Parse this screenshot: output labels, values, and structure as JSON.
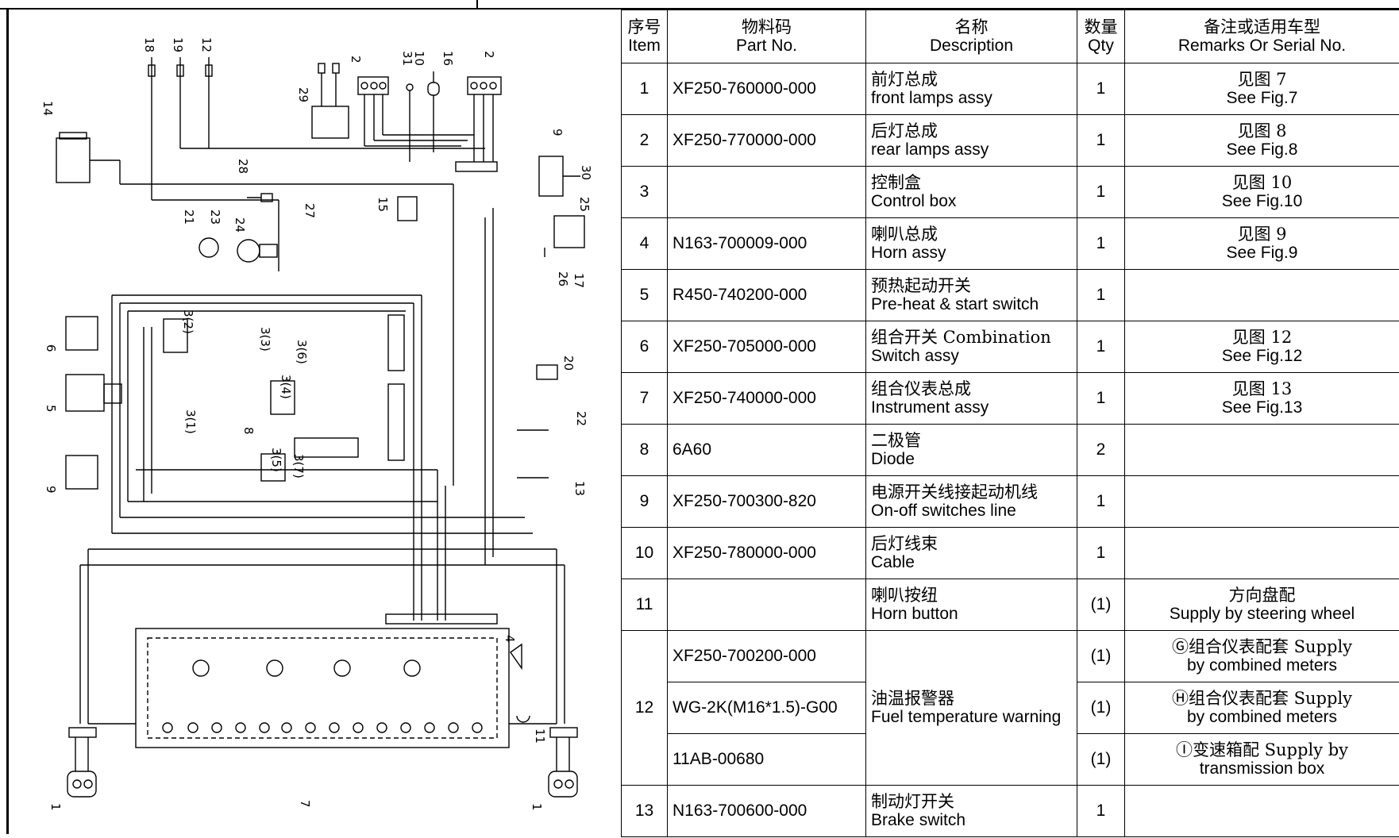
{
  "table": {
    "headers": [
      {
        "zh": "序号",
        "en": "Item"
      },
      {
        "zh": "物料码",
        "en": "Part No."
      },
      {
        "zh": "名称",
        "en": "Description"
      },
      {
        "zh": "数量",
        "en": "Qty"
      },
      {
        "zh": "备注或适用车型",
        "en": "Remarks Or Serial No."
      }
    ],
    "rows": [
      {
        "item": "1",
        "part": "XF250-760000-000",
        "desc_zh": "前灯总成",
        "desc_en": "front lamps assy",
        "qty": "1",
        "rem1": "见图 7",
        "rem2": "See Fig.7"
      },
      {
        "item": "2",
        "part": "XF250-770000-000",
        "desc_zh": "后灯总成",
        "desc_en": "rear lamps assy",
        "qty": "1",
        "rem1": "见图 8",
        "rem2": "See Fig.8"
      },
      {
        "item": "3",
        "part": "",
        "desc_zh": "控制盒",
        "desc_en": "Control box",
        "qty": "1",
        "rem1": "见图 10",
        "rem2": "See Fig.10"
      },
      {
        "item": "4",
        "part": "N163-700009-000",
        "desc_zh": "喇叭总成",
        "desc_en": "Horn assy",
        "qty": "1",
        "rem1": "见图 9",
        "rem2": "See Fig.9"
      },
      {
        "item": "5",
        "part": "R450-740200-000",
        "desc_zh": "预热起动开关",
        "desc_en": "Pre-heat & start switch",
        "qty": "1",
        "rem1": "",
        "rem2": ""
      },
      {
        "item": "6",
        "part": "XF250-705000-000",
        "desc_zh": "组合开关 Combination",
        "desc_en": "Switch assy",
        "qty": "1",
        "rem1": "见图 12",
        "rem2": "See Fig.12"
      },
      {
        "item": "7",
        "part": "XF250-740000-000",
        "desc_zh": "组合仪表总成",
        "desc_en": "Instrument assy",
        "qty": "1",
        "rem1": "见图 13",
        "rem2": "See Fig.13"
      },
      {
        "item": "8",
        "part": "6A60",
        "desc_zh": "二极管",
        "desc_en": "Diode",
        "qty": "2",
        "rem1": "",
        "rem2": ""
      },
      {
        "item": "9",
        "part": "XF250-700300-820",
        "desc_zh": "电源开关线接起动机线",
        "desc_en": "On-off switches line",
        "qty": "1",
        "rem1": "",
        "rem2": ""
      },
      {
        "item": "10",
        "part": "XF250-780000-000",
        "desc_zh": "后灯线束",
        "desc_en": "Cable",
        "qty": "1",
        "rem1": "",
        "rem2": ""
      },
      {
        "item": "11",
        "part": "",
        "desc_zh": "喇叭按纽",
        "desc_en": "Horn button",
        "qty": "(1)",
        "rem1": "方向盘配",
        "rem2": "Supply by steering wheel"
      }
    ],
    "row12": {
      "item": "12",
      "desc_zh": "油温报警器",
      "desc_en": "Fuel temperature warning",
      "sub": [
        {
          "part": "XF250-700200-000",
          "qty": "(1)",
          "rem1": "Ⓖ组合仪表配套 Supply",
          "rem2": "by combined meters"
        },
        {
          "part": "WG-2K(M16*1.5)-G00",
          "qty": "(1)",
          "rem1": "Ⓗ组合仪表配套 Supply",
          "rem2": "by combined meters"
        },
        {
          "part": "11AB-00680",
          "qty": "(1)",
          "rem1": "Ⓘ变速箱配 Supply by",
          "rem2": "transmission box"
        }
      ]
    },
    "row13": {
      "item": "13",
      "part": "N163-700600-000",
      "desc_zh": "制动灯开关",
      "desc_en": "Brake switch",
      "qty": "1",
      "rem1": "",
      "rem2": ""
    }
  },
  "diagram": {
    "callouts": [
      "18",
      "19",
      "12",
      "2",
      "31",
      "10",
      "16",
      "2",
      "29",
      "14",
      "9",
      "30",
      "28",
      "27",
      "25",
      "15",
      "21",
      "23",
      "24",
      "26",
      "17",
      "6",
      "3(2)",
      "3(3)",
      "3(6)",
      "20",
      "5",
      "3(4)",
      "3(1)",
      "8",
      "3(5)",
      "3(7)",
      "22",
      "9",
      "13",
      "4",
      "11",
      "7",
      "1",
      "1"
    ]
  }
}
